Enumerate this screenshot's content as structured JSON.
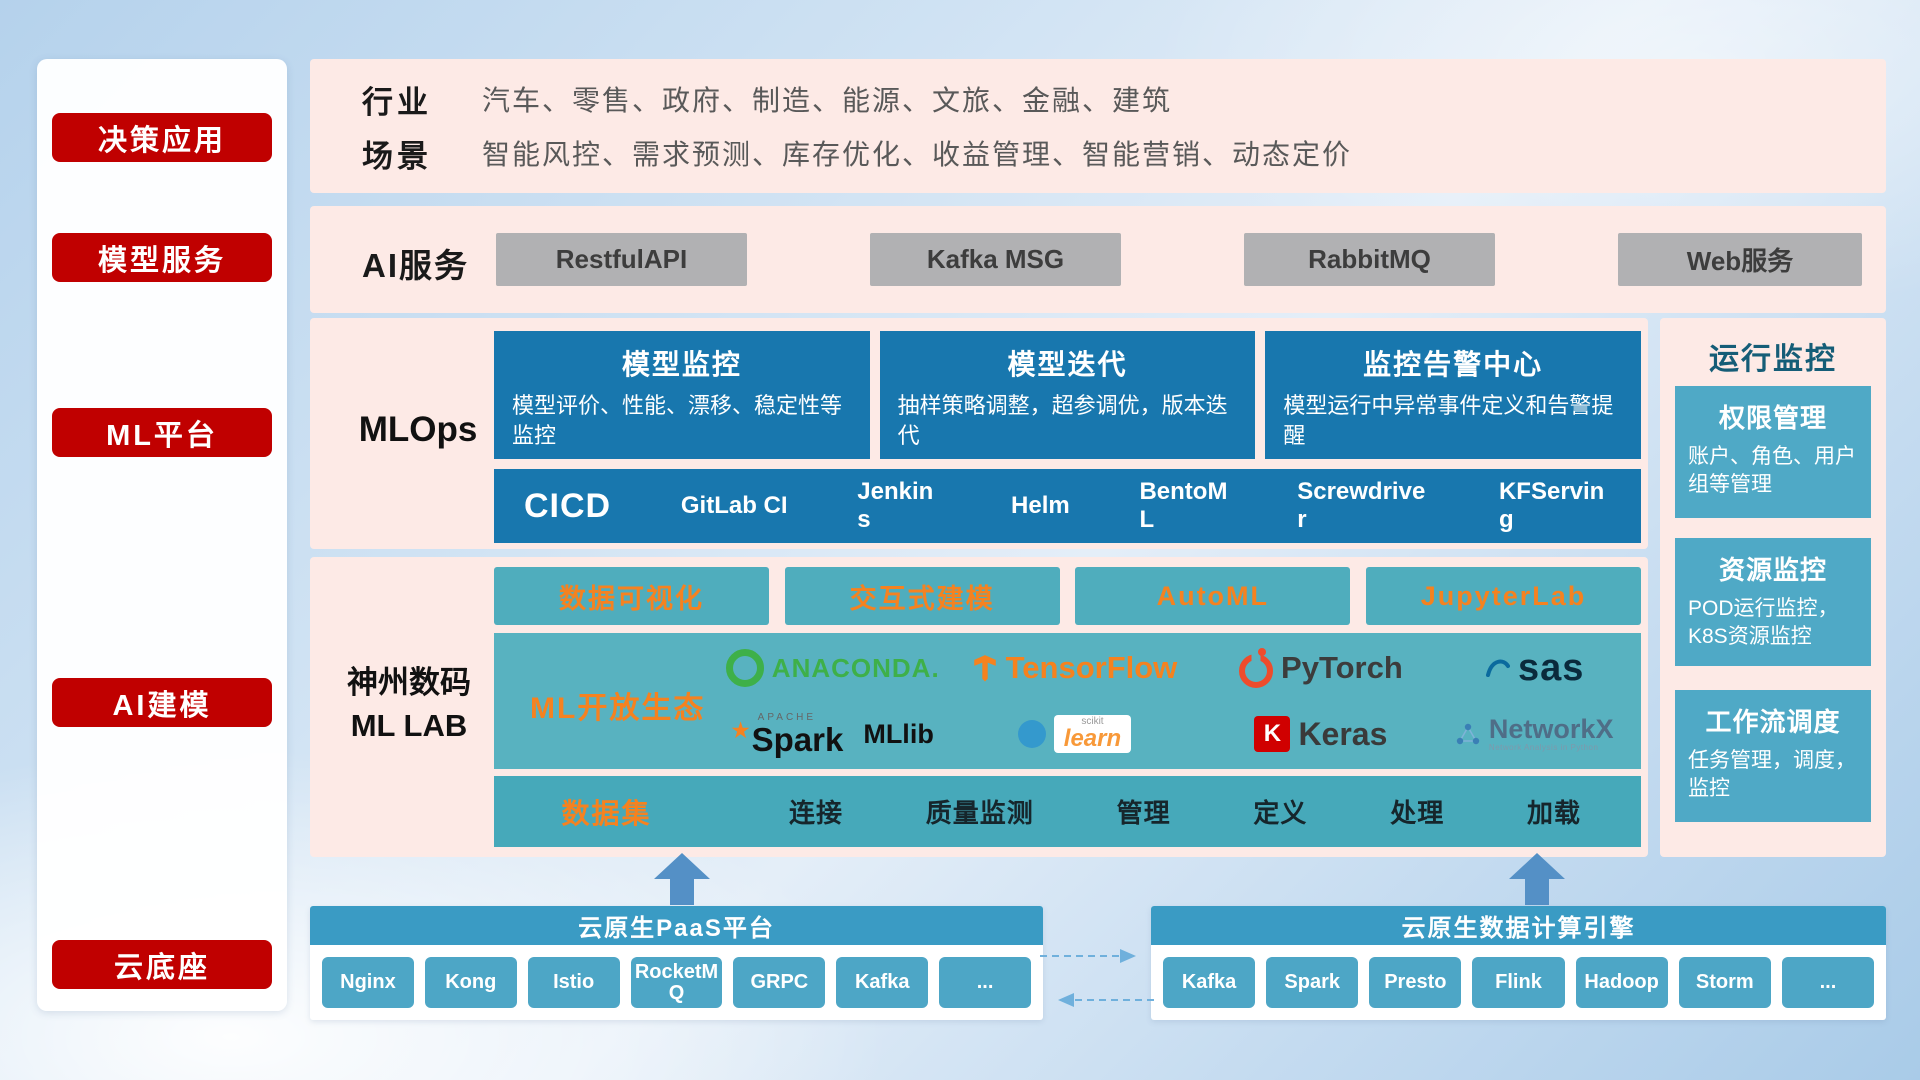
{
  "colors": {
    "accent_red": "#c00000",
    "panel_pink": "#fdeae6",
    "deep_blue": "#1877ae",
    "teal": "#4fadbd",
    "teal_dark": "#3a9bc4",
    "orange": "#f58220"
  },
  "sidebar": {
    "items": [
      {
        "label": "决策应用"
      },
      {
        "label": "模型服务"
      },
      {
        "label": "ML平台"
      },
      {
        "label": "AI建模"
      },
      {
        "label": "云底座"
      }
    ]
  },
  "application": {
    "industry_label": "行业",
    "industry_text": "汽车、零售、政府、制造、能源、文旅、金融、建筑",
    "scene_label": "场景",
    "scene_text": "智能风控、需求预测、库存优化、收益管理、智能营销、动态定价"
  },
  "ai_service": {
    "label": "AI服务",
    "items": [
      "RestfulAPI",
      "Kafka MSG",
      "RabbitMQ",
      "Web服务"
    ]
  },
  "mlops": {
    "label": "MLOps",
    "cards": [
      {
        "title": "模型监控",
        "desc": "模型评价、性能、漂移、稳定性等监控"
      },
      {
        "title": "模型迭代",
        "desc": "抽样策略调整，超参调优，版本迭代"
      },
      {
        "title": "监控告警中心",
        "desc": "模型运行中异常事件定义和告警提醒"
      }
    ],
    "cicd_label": "CICD",
    "cicd_items": [
      "GitLab CI",
      "Jenkins",
      "Helm",
      "BentoML",
      "Screwdriver",
      "KFServing"
    ]
  },
  "monitoring": {
    "title": "运行监控",
    "cards": [
      {
        "title": "权限管理",
        "desc": "账户、角色、用户组等管理"
      },
      {
        "title": "资源监控",
        "desc": "POD运行监控，K8S资源监控"
      },
      {
        "title": "工作流调度",
        "desc": "任务管理，调度，监控"
      }
    ]
  },
  "mllab": {
    "label_line1": "神州数码",
    "label_line2": "ML LAB",
    "tools": [
      "数据可视化",
      "交互式建模",
      "AutoML",
      "JupyterLab"
    ],
    "ecosystem_label": "ML开放生态",
    "logos": {
      "anaconda": "ANACONDA.",
      "tensorflow": "TensorFlow",
      "pytorch": "PyTorch",
      "sas": "sas",
      "apache": "APACHE",
      "spark": "Spark",
      "mllib": "MLlib",
      "scikit": "scikit",
      "learn": "learn",
      "keras_k": "K",
      "keras": "Keras",
      "networkx": "NetworkX",
      "networkx_sub": "Network Analysis in Python"
    },
    "dataset_label": "数据集",
    "dataset_items": [
      "连接",
      "质量监测",
      "管理",
      "定义",
      "处理",
      "加载"
    ]
  },
  "cloud": {
    "paas_title": "云原生PaaS平台",
    "paas_items": [
      "Nginx",
      "Kong",
      "Istio",
      "RocketMQ",
      "GRPC",
      "Kafka",
      "..."
    ],
    "engine_title": "云原生数据计算引擎",
    "engine_items": [
      "Kafka",
      "Spark",
      "Presto",
      "Flink",
      "Hadoop",
      "Storm",
      "..."
    ]
  }
}
